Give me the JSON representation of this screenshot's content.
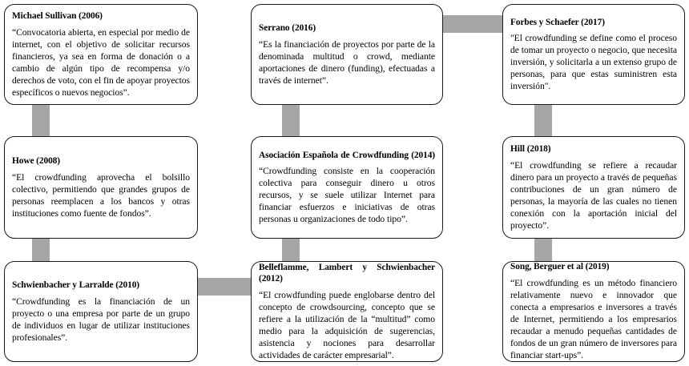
{
  "figure": {
    "type": "concept-definition-flow-diagram",
    "topic": "Crowdfunding definitions",
    "columns": 3,
    "rows": 3,
    "connector_color": "#a6a6a6",
    "box_border_color": "#1a1a1a",
    "background_color": "#ffffff"
  },
  "boxes": [
    {
      "id": "sullivan-2006",
      "title": "Michael Sullivan (2006)",
      "title_justified": false,
      "text": "“Convocatoria abierta, en especial por medio de internet, con el objetivo de solicitar recursos financieros, ya sea en forma de donación o a cambio de algún tipo de recompensa y/o derechos de voto, con el fin de apoyar proyectos específicos o nuevos negocios”."
    },
    {
      "id": "serrano-2016",
      "title": "Serrano (2016)",
      "title_justified": false,
      "text": "“Es la financiación de proyectos por parte de la denominada multitud o crowd, mediante aportaciones de dinero (funding), efectuadas a través de internet”."
    },
    {
      "id": "forbes-schaefer-2017",
      "title": "Forbes y Schaefer (2017)",
      "title_justified": false,
      "text": "\"El crowdfunding se define como el proceso de tomar un proyecto o negocio, que necesita inversión, y solicitarla a un extenso grupo de personas, para que estas suministren esta inversión\"."
    },
    {
      "id": "howe-2008",
      "title": "Howe (2008)",
      "title_justified": false,
      "text": "“El crowdfunding aprovecha el bolsillo colectivo, permitiendo que grandes grupos de personas reemplacen a los bancos y otras instituciones como fuente de fondos”."
    },
    {
      "id": "asociacion-espanola-crowdfunding-2014",
      "title": "Asociación Española de Crowdfunding  (2014)",
      "title_justified": true,
      "text": "“Crowdfunding consiste en la cooperación colectiva para conseguir dinero u otros recursos, y se suele utilizar Internet para financiar esfuerzos e iniciativas de otras personas u organizaciones de todo tipo”."
    },
    {
      "id": "hill-2018",
      "title": "Hill (2018)",
      "title_justified": false,
      "text": "“El crowdfunding se refiere a recaudar dinero para un proyecto a través de pequeñas contribuciones de un gran número de personas, la mayoría de las cuales no tienen conexión con la aportación inicial del proyecto”."
    },
    {
      "id": "schwienbacher-larralde-2010",
      "title": "Schwienbacher y Larralde (2010)",
      "title_justified": false,
      "text": " “Crowdfunding es la financiación de un proyecto o una empresa por parte de un grupo de individuos en lugar de utilizar instituciones profesionales”."
    },
    {
      "id": "belleflamme-lambert-schwienbacher-2012",
      "title": "Belleflamme, Lambert y Schwienbacher (2012)",
      "title_justified": true,
      "text": "“El crowdfunding puede englobarse dentro del concepto de crowdsourcing, concepto que se refiere a la utilización de la “multitud” como medio para la adquisición de sugerencias, asistencia y nociones para desarrollar actividades de carácter empresarial”."
    },
    {
      "id": "song-berguer-2019",
      "title": "Song, Berguer et al (2019)",
      "title_justified": false,
      "text": "“El crowdfunding es un método financiero relativamente nuevo e innovador que conecta a empresarios e inversores a través de Internet, permitiendo a los empresarios recaudar a menudo pequeñas cantidades de fondos de un gran número de inversores para financiar start-ups”."
    }
  ]
}
